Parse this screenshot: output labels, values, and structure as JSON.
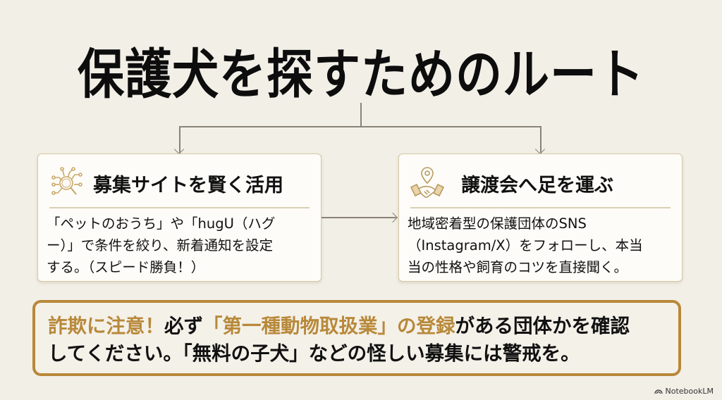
{
  "title": "保護犬を探すためのルート",
  "cards": [
    {
      "icon": "search-network-icon",
      "title": "募集サイトを賢く活用",
      "body_lines": [
        "「ペットのおうち」や「hugU（ハグ",
        "ー）」で条件を絞り、新着通知を設定",
        "する。（スピード勝負！）"
      ]
    },
    {
      "icon": "handshake-location-icon",
      "title": "譲渡会へ足を運ぶ",
      "body_lines": [
        "地域密着型の保護団体のSNS",
        "（Instagram/X）をフォローし、本当",
        "当の性格や飼育のコツを直接聞く。"
      ]
    }
  ],
  "warning": {
    "line1": {
      "part1": "詐欺に注意！",
      "part2": "必ず",
      "part3": "「第一種動物取扱業」の登録",
      "part4": "がある団体かを確認"
    },
    "line2": "してください。「無料の子犬」などの怪しい募集には警戒を。"
  },
  "colors": {
    "background": "#f2efe7",
    "accent_gold": "#b8893a",
    "connector": "#8a8378",
    "card_border": "#d6c9a6"
  },
  "brand": "NotebookLM"
}
